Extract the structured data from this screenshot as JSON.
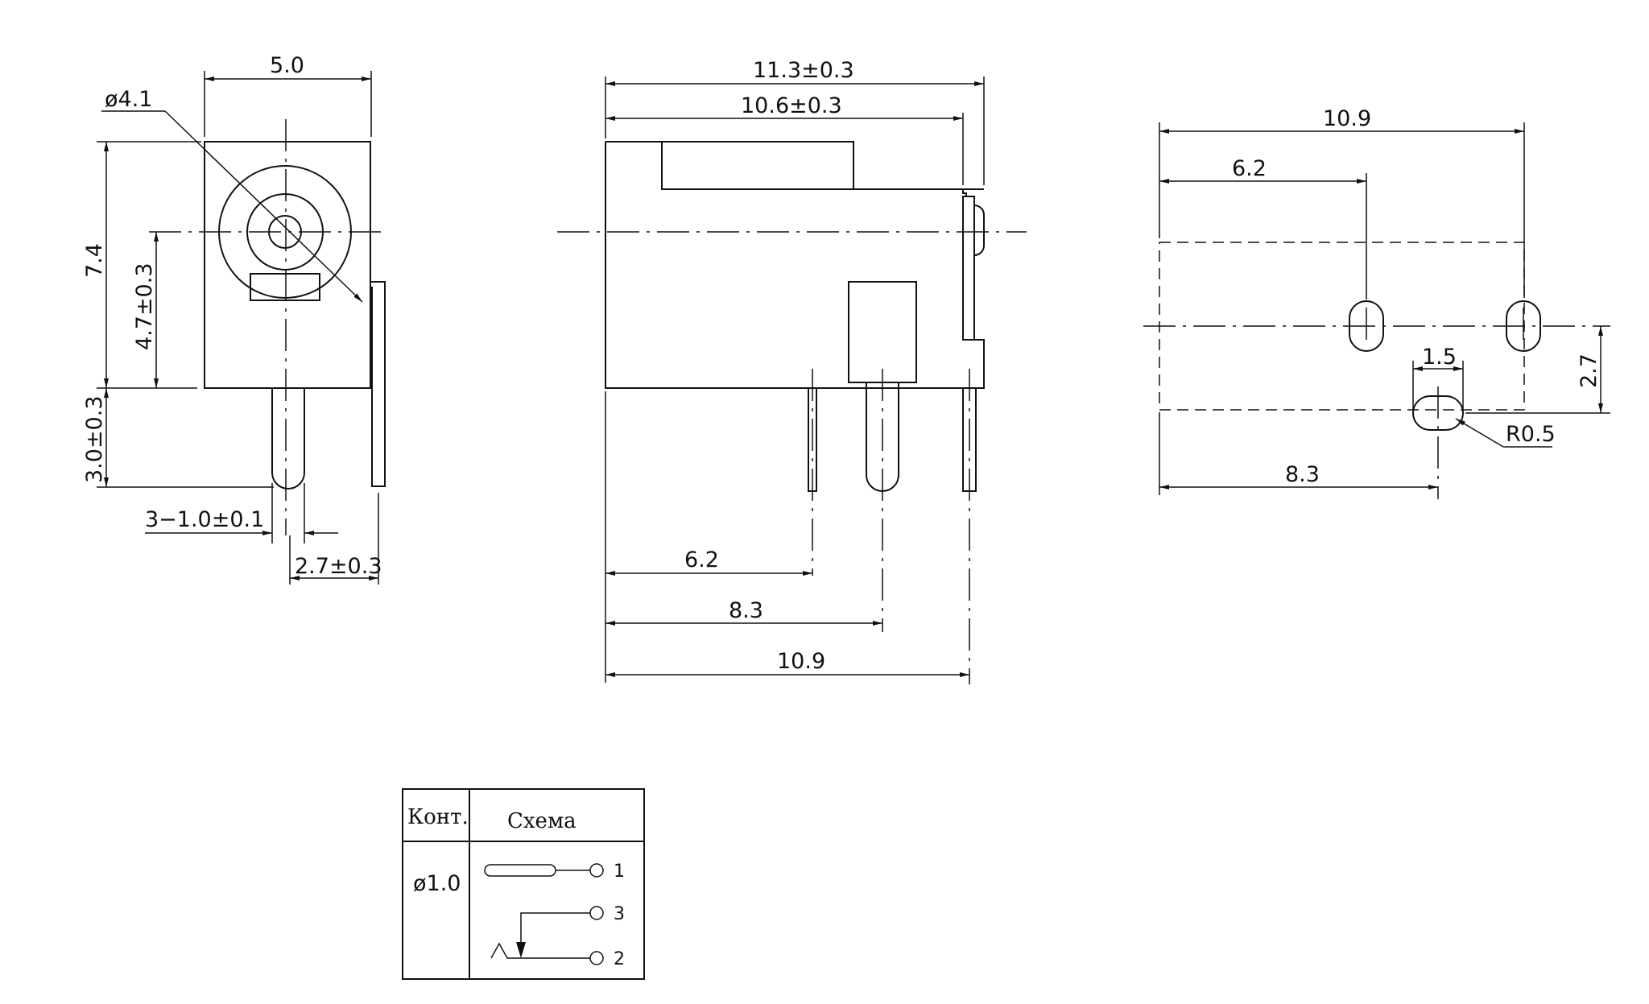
{
  "front_view": {
    "width_dim": "5.0",
    "diameter_dim": "ø4.1",
    "height_dim": "7.4",
    "center_height_dim": "4.7±0.3",
    "pin_length_dim": "3.0±0.3",
    "pin_width_dim": "3−1.0±0.1",
    "pin_offset_dim": "2.7±0.3"
  },
  "side_view": {
    "overall_length_dim": "11.3±0.3",
    "body_length_dim": "10.6±0.3",
    "pin1_dim": "6.2",
    "pin2_dim": "8.3",
    "pin3_dim": "10.9"
  },
  "footprint_view": {
    "overall_dim": "10.9",
    "hole_spacing_dim": "6.2",
    "slot_width_dim": "1.5",
    "vertical_offset_dim": "2.7",
    "radius_dim": "R0.5",
    "slot_position_dim": "8.3"
  },
  "schematic_table": {
    "col_contact": "Конт.",
    "col_scheme": "Схема",
    "contact_value": "ø1.0",
    "pins": [
      "1",
      "3",
      "2"
    ]
  }
}
